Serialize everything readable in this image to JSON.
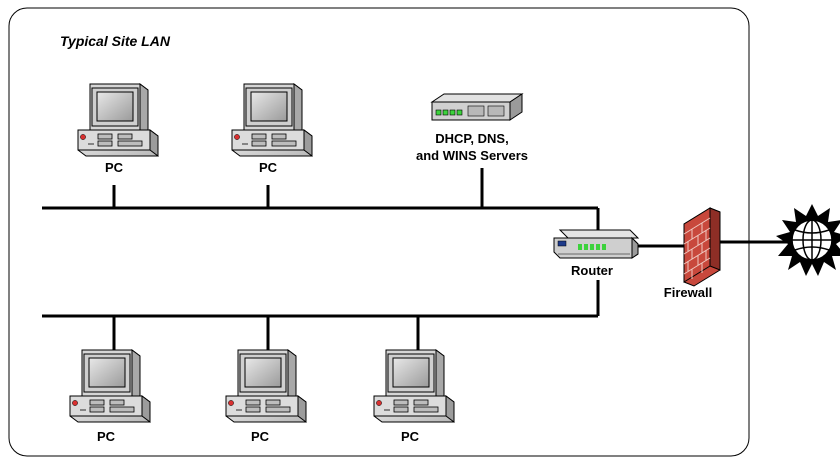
{
  "title": "Typical Site LAN",
  "labels": {
    "pc": "PC",
    "servers_line1": "DHCP, DNS,",
    "servers_line2": "and WINS Servers",
    "router": "Router",
    "firewall": "Firewall"
  },
  "icons": {
    "pc": "desktop-computer-icon",
    "server": "server-rack-icon",
    "router": "router-icon",
    "firewall": "brick-firewall-icon",
    "internet": "globe-internet-icon"
  },
  "colors": {
    "line": "#000000",
    "border": "#000000",
    "firewall_brick": "#c8483c",
    "router_led": "#3cd23c"
  }
}
